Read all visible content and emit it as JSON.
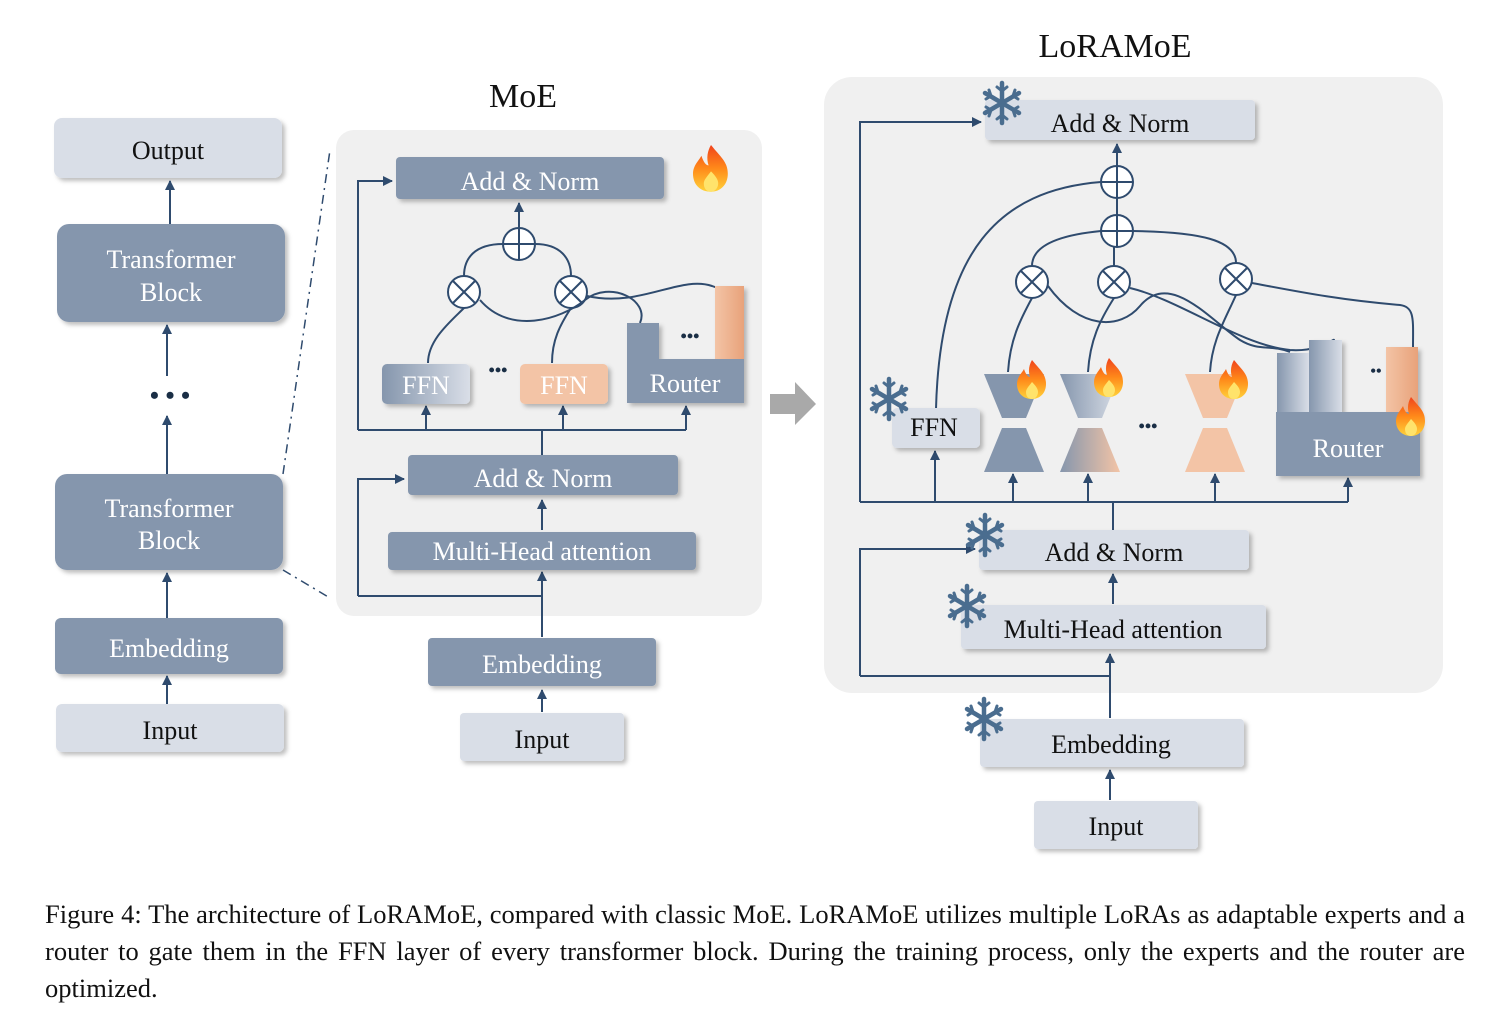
{
  "left_stack": {
    "output": "Output",
    "transformer_block_top": "Transformer\nBlock",
    "dots": "• • •",
    "transformer_block_bottom": "Transformer\nBlock",
    "embedding": "Embedding",
    "input": "Input"
  },
  "moe": {
    "title": "MoE",
    "add_norm_top": "Add & Norm",
    "ffn_1": "FFN",
    "ffn_2": "FFN",
    "ffn_dots": "•••",
    "router": "Router",
    "router_dots": "•••",
    "add_norm_bottom": "Add & Norm",
    "attention": "Multi-Head attention",
    "embedding": "Embedding",
    "input": "Input"
  },
  "loramoe": {
    "title": "LoRAMoE",
    "add_norm_top": "Add & Norm",
    "ffn": "FFN",
    "expert_dots": "•••",
    "router": "Router",
    "router_dots": "••",
    "add_norm_bottom": "Add & Norm",
    "attention": "Multi-Head attention",
    "embedding": "Embedding",
    "input": "Input"
  },
  "caption": "Figure 4: The architecture of LoRAMoE, compared with classic MoE. LoRAMoE utilizes multiple LoRAs as adaptable experts and a router to gate them in the FFN layer of every transformer block. During the training process, only the experts and the router are optimized.",
  "colors": {
    "dark_box": "#8596ad",
    "light_box": "#d9dee7",
    "panel": "#f0f0f0",
    "line": "#2f4b6e",
    "orange": "#f3c4a6",
    "arrow_gray": "#a9a9a9"
  },
  "icons": {
    "trainable": "flame-icon",
    "frozen": "snowflake-icon",
    "flow": "arrow-right-icon"
  }
}
